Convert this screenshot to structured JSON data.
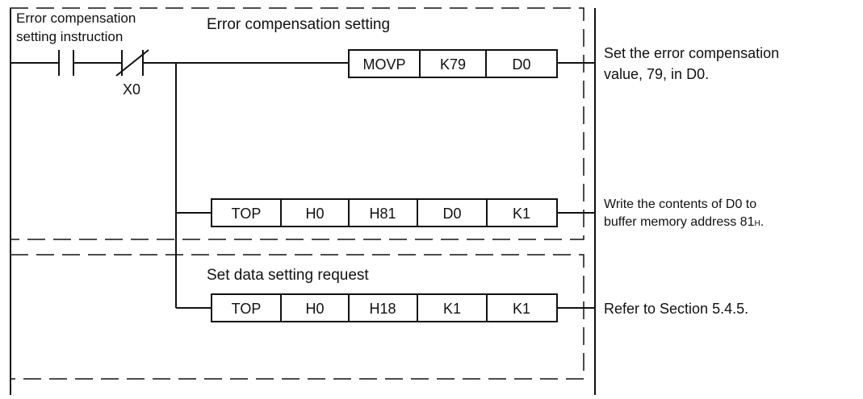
{
  "left_label": {
    "line1": "Error compensation",
    "line2": "setting instruction"
  },
  "contact_label": "X0",
  "block1": {
    "title": "Error compensation setting",
    "instr1": [
      "MOVP",
      "K79",
      "D0"
    ],
    "instr2": [
      "TOP",
      "H0",
      "H81",
      "D0",
      "K1"
    ]
  },
  "block2": {
    "title": "Set data setting request",
    "instr": [
      "TOP",
      "H0",
      "H18",
      "K1",
      "K1"
    ]
  },
  "notes": {
    "n1_line1": "Set the error compensation",
    "n1_line2": "value, 79, in D0.",
    "n2_line1": "Write the contents of D0 to",
    "n2_line2_main": "buffer memory address 81",
    "n2_line2_sub": "H",
    "n2_line2_end": ".",
    "n3": "Refer to Section 5.4.5."
  },
  "colors": {
    "ink": "#111111",
    "paper": "#ffffff"
  }
}
